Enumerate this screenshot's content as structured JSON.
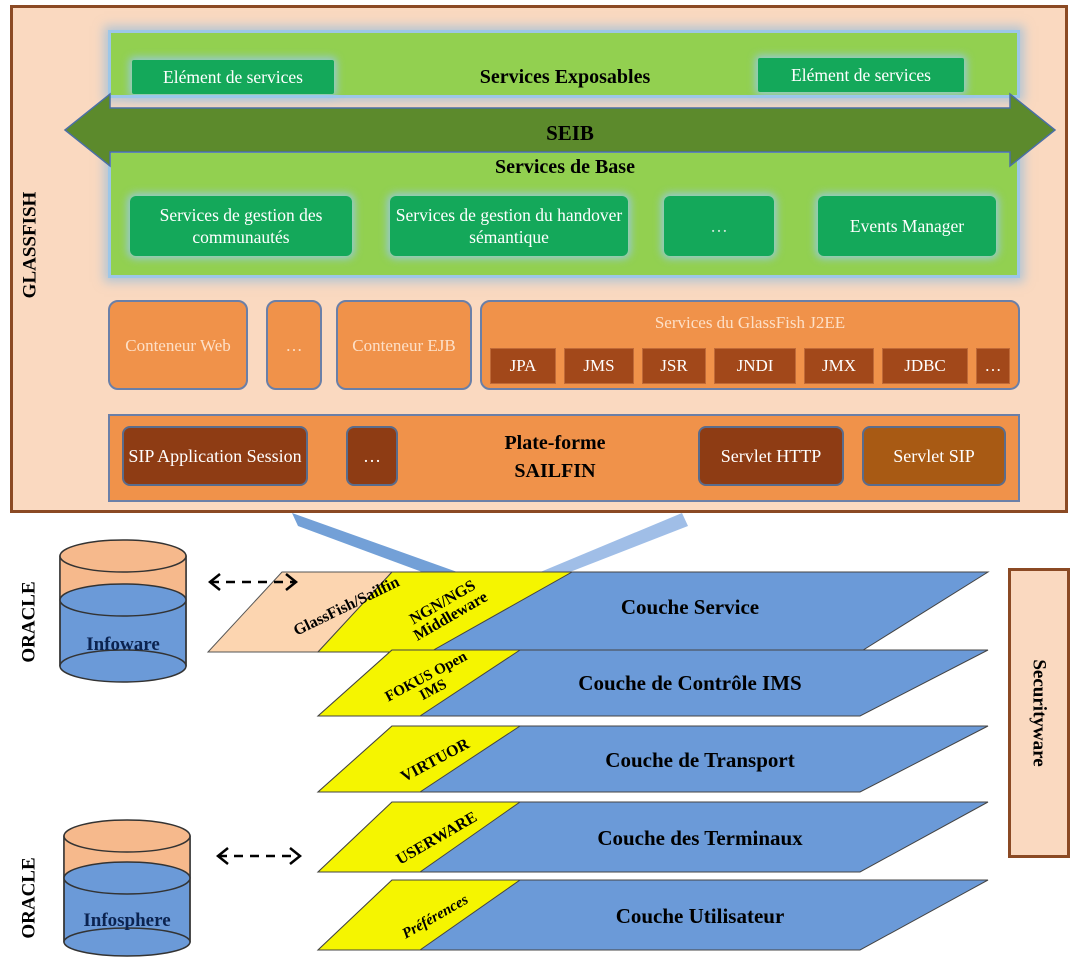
{
  "glassfish_label": "GLASSFISH",
  "services_exposables": {
    "title": "Services Exposables",
    "element_left": "Elément de services",
    "element_right": "Elément de services"
  },
  "seib_label": "SEIB",
  "services_base": {
    "title": "Services de Base",
    "items": [
      "Services de gestion des communautés",
      "Services de gestion du handover sémantique",
      "…",
      "Events Manager"
    ]
  },
  "containers": {
    "web": "Conteneur Web",
    "dots": "…",
    "ejb": "Conteneur EJB",
    "j2ee_title": "Services du GlassFish J2EE",
    "j2ee_items": [
      "JPA",
      "JMS",
      "JSR",
      "JNDI",
      "JMX",
      "JDBC",
      "…"
    ]
  },
  "sailfin": {
    "title_line1": "Plate-forme",
    "title_line2": "SAILFIN",
    "sip_session": "SIP Application Session",
    "dots": "…",
    "servlet_http": "Servlet HTTP",
    "servlet_sip": "Servlet SIP"
  },
  "oracle_label_top": "ORACLE",
  "oracle_label_bottom": "ORACLE",
  "infoware": "Infoware",
  "infosphere": "Infosphere",
  "layers": [
    {
      "label": "Couche Service",
      "tag": "NGN/NGS Middleware"
    },
    {
      "label": "Couche de Contrôle IMS",
      "tag": "FOKUS Open IMS"
    },
    {
      "label": "Couche de Transport",
      "tag": "VIRTUOR"
    },
    {
      "label": "Couche des Terminaux",
      "tag": "USERWARE"
    },
    {
      "label": "Couche Utilisateur",
      "tag": "Préférences"
    }
  ],
  "glassfish_sailfin_tag": "GlassFish/Sailfin",
  "securityware": "Securityware",
  "colors": {
    "frame_fill": "#fad9c0",
    "frame_border": "#8b4a24",
    "green_panel": "#92d050",
    "green_box": "#14a85a",
    "seib_arrow": "#5c8a2c",
    "orange_box": "#f0924a",
    "brown": "#8e3c14",
    "layer_blue": "#6b9ad8",
    "tag_yellow": "#f5f500"
  }
}
